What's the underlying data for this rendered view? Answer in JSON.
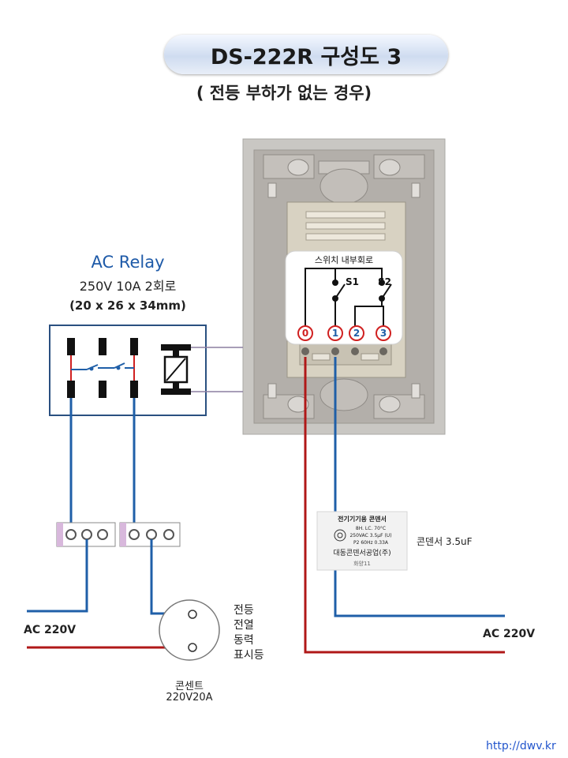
{
  "title": "DS-222R 구성도 3",
  "subtitle": "( 전등 부하가 없는 경우)",
  "relay": {
    "title": "AC Relay",
    "spec": "250V 10A 2회로",
    "size": "(20 x 26 x 34mm)"
  },
  "switch_circuit": {
    "title": "스위치 내부회로",
    "s1": "S1",
    "s2": "S2",
    "terminals": [
      "0",
      "1",
      "2",
      "3"
    ]
  },
  "capacitor": {
    "line1": "전기기기용 콘덴서",
    "line2": "8H. LC. 70°C",
    "line3": "250VAC 3.5μF (U)",
    "line4": "P2 60Hz 0.33A",
    "line5": "대동콘덴서공업(주)",
    "line6": "화양11",
    "label": "콘덴서 3.5uF"
  },
  "loads": [
    "전등",
    "전열",
    "동력",
    "표시등"
  ],
  "outlet": {
    "line1": "콘센트",
    "line2": "220V20A"
  },
  "ac_left": "AC 220V",
  "ac_right": "AC 220V",
  "url": "http://dwv.kr",
  "colors": {
    "blue_wire": "#1f5fa8",
    "red_wire": "#b01818",
    "relay_border": "#2a5080",
    "terminal_red": "#d02020",
    "terminal_blue": "#1f5fa8"
  }
}
